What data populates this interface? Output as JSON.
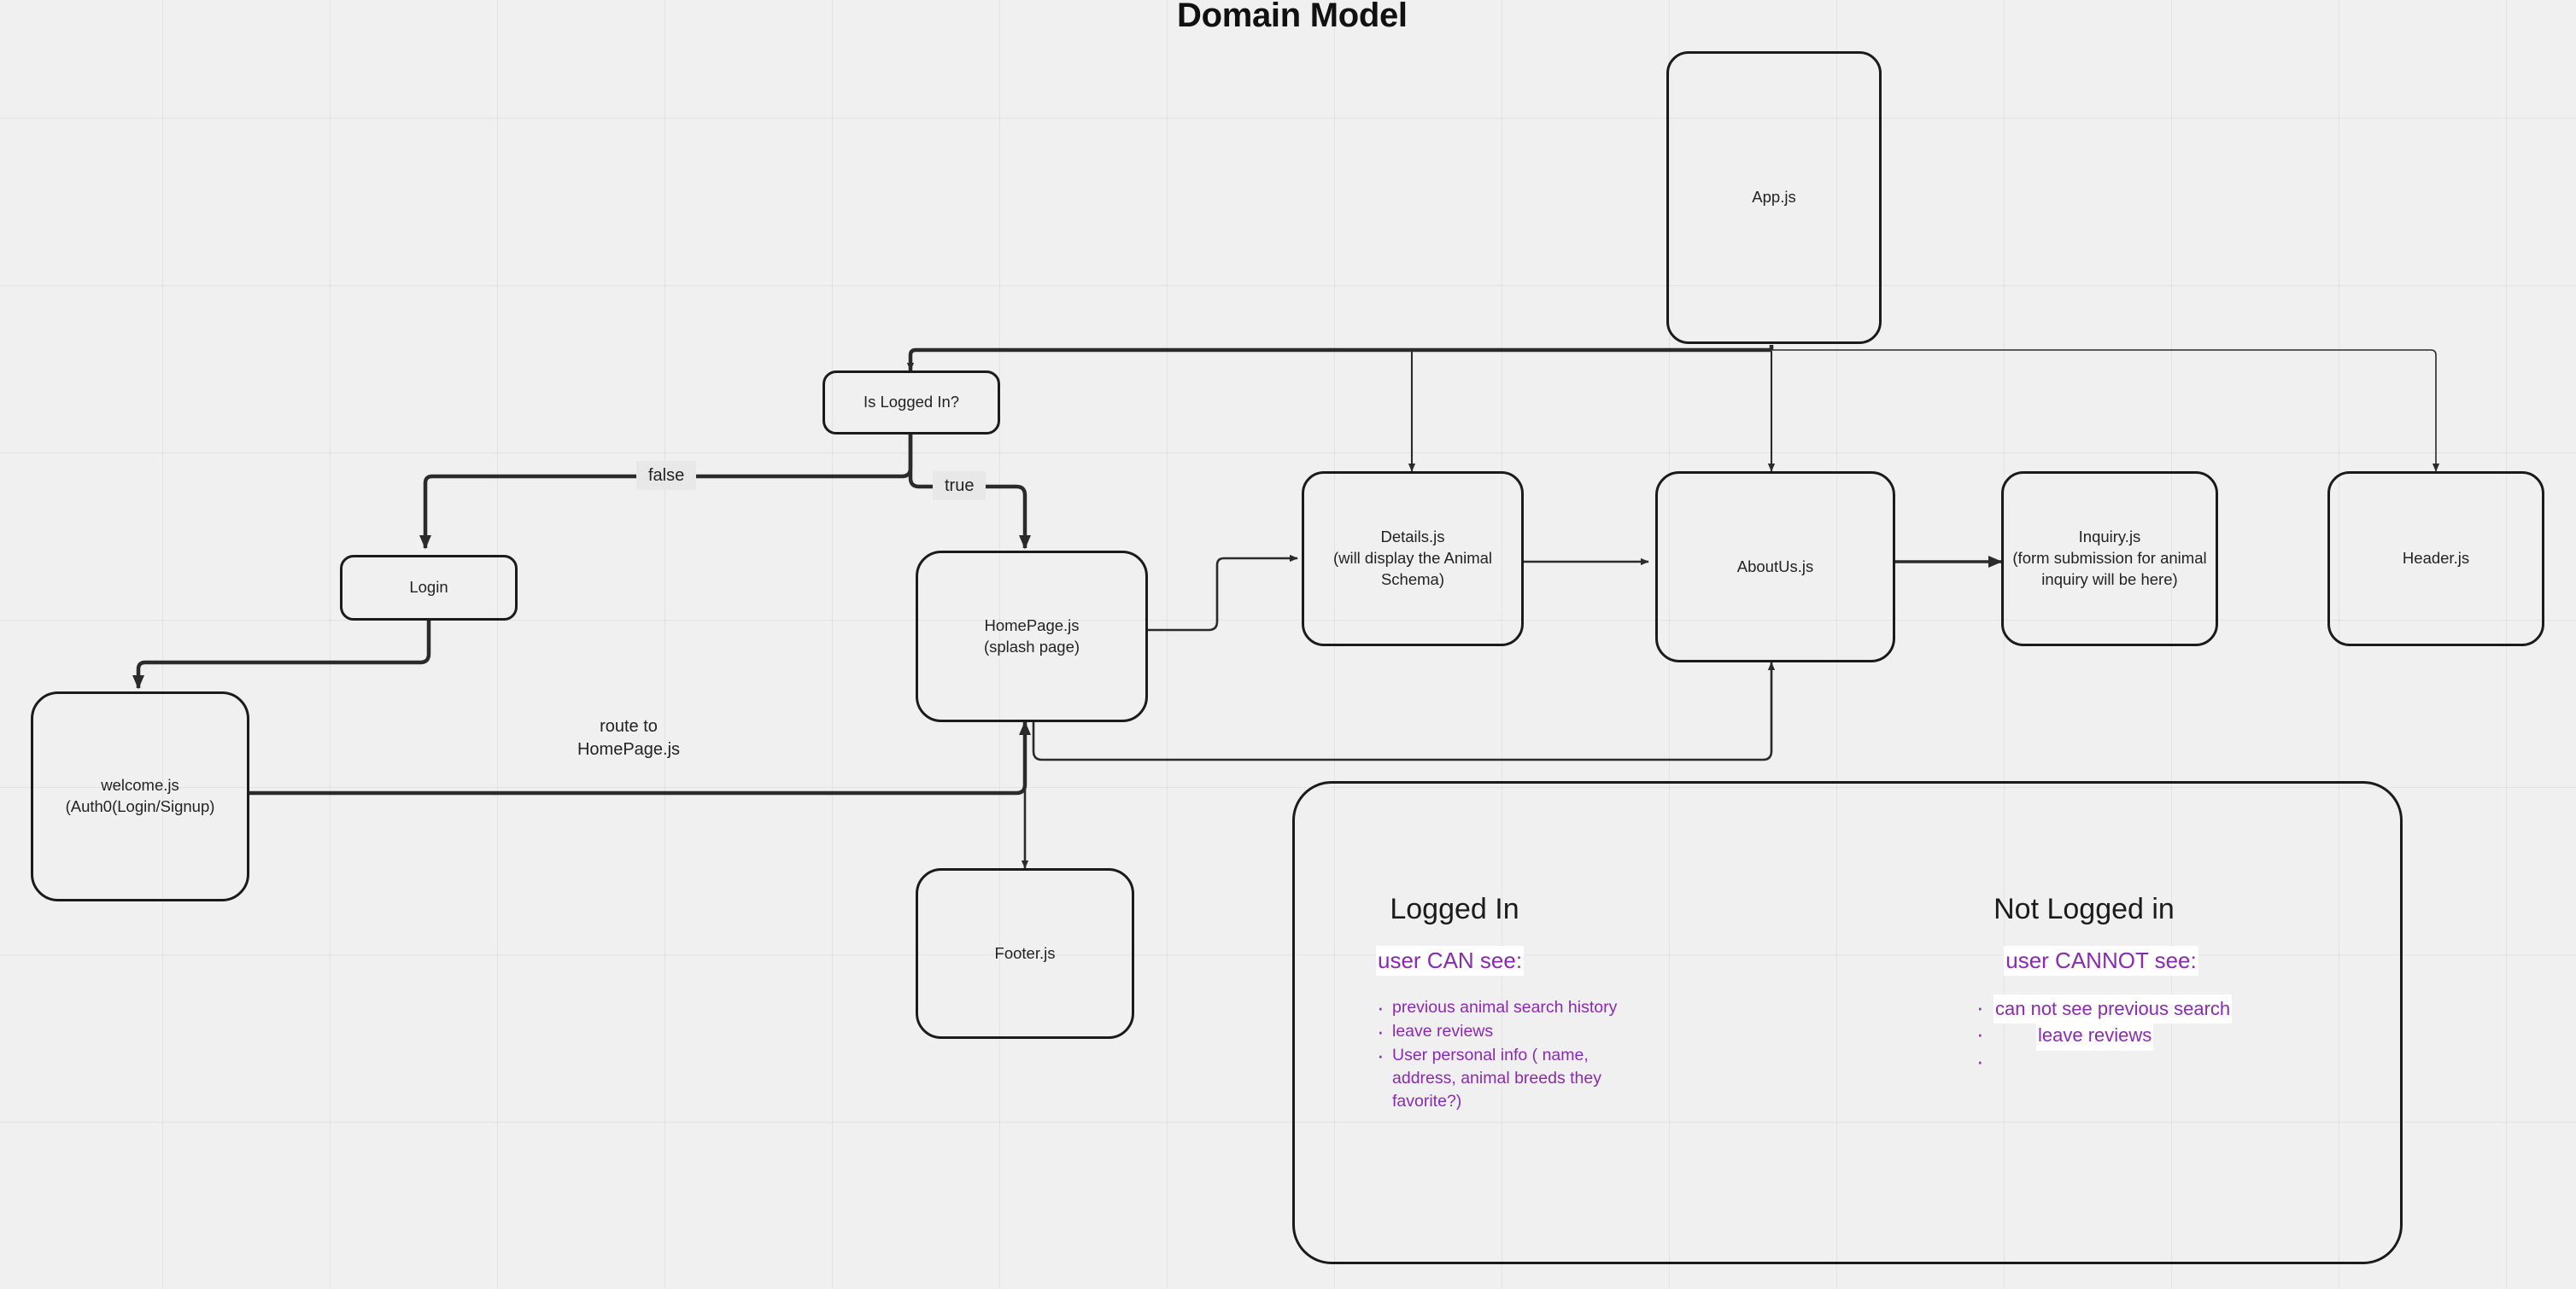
{
  "title": "Domain Model",
  "nodes": {
    "app": "App.js",
    "is_logged_in": "Is Logged In?",
    "login": "Login",
    "welcome": "welcome.js\n(Auth0(Login/Signup)",
    "homepage": "HomePage.js\n(splash page)",
    "details": "Details.js\n(will display the Animal\nSchema)",
    "aboutus": "AboutUs.js",
    "inquiry": "Inquiry.js\n(form submission for animal\ninquiry will be here)",
    "header": "Header.js",
    "footer": "Footer.js"
  },
  "edge_labels": {
    "false": "false",
    "true": "true",
    "route_to_homepage": "route to\nHomePage.js"
  },
  "legend": {
    "logged_in": {
      "heading": "Logged In",
      "subheading": "user CAN see:",
      "items": [
        "previous animal search history",
        "leave reviews",
        "User personal info ( name, address, animal breeds they favorite?)"
      ]
    },
    "not_logged_in": {
      "heading": "Not Logged in",
      "subheading": "user CANNOT see:",
      "items": [
        "can not see previous search",
        "leave reviews",
        ""
      ]
    }
  },
  "colors": {
    "background": "#f0f0f0",
    "stroke": "#1b1b1b",
    "accent_purple": "#8a2ab0",
    "label_chip": "#e8e8e8",
    "highlight": "#ffffff"
  }
}
